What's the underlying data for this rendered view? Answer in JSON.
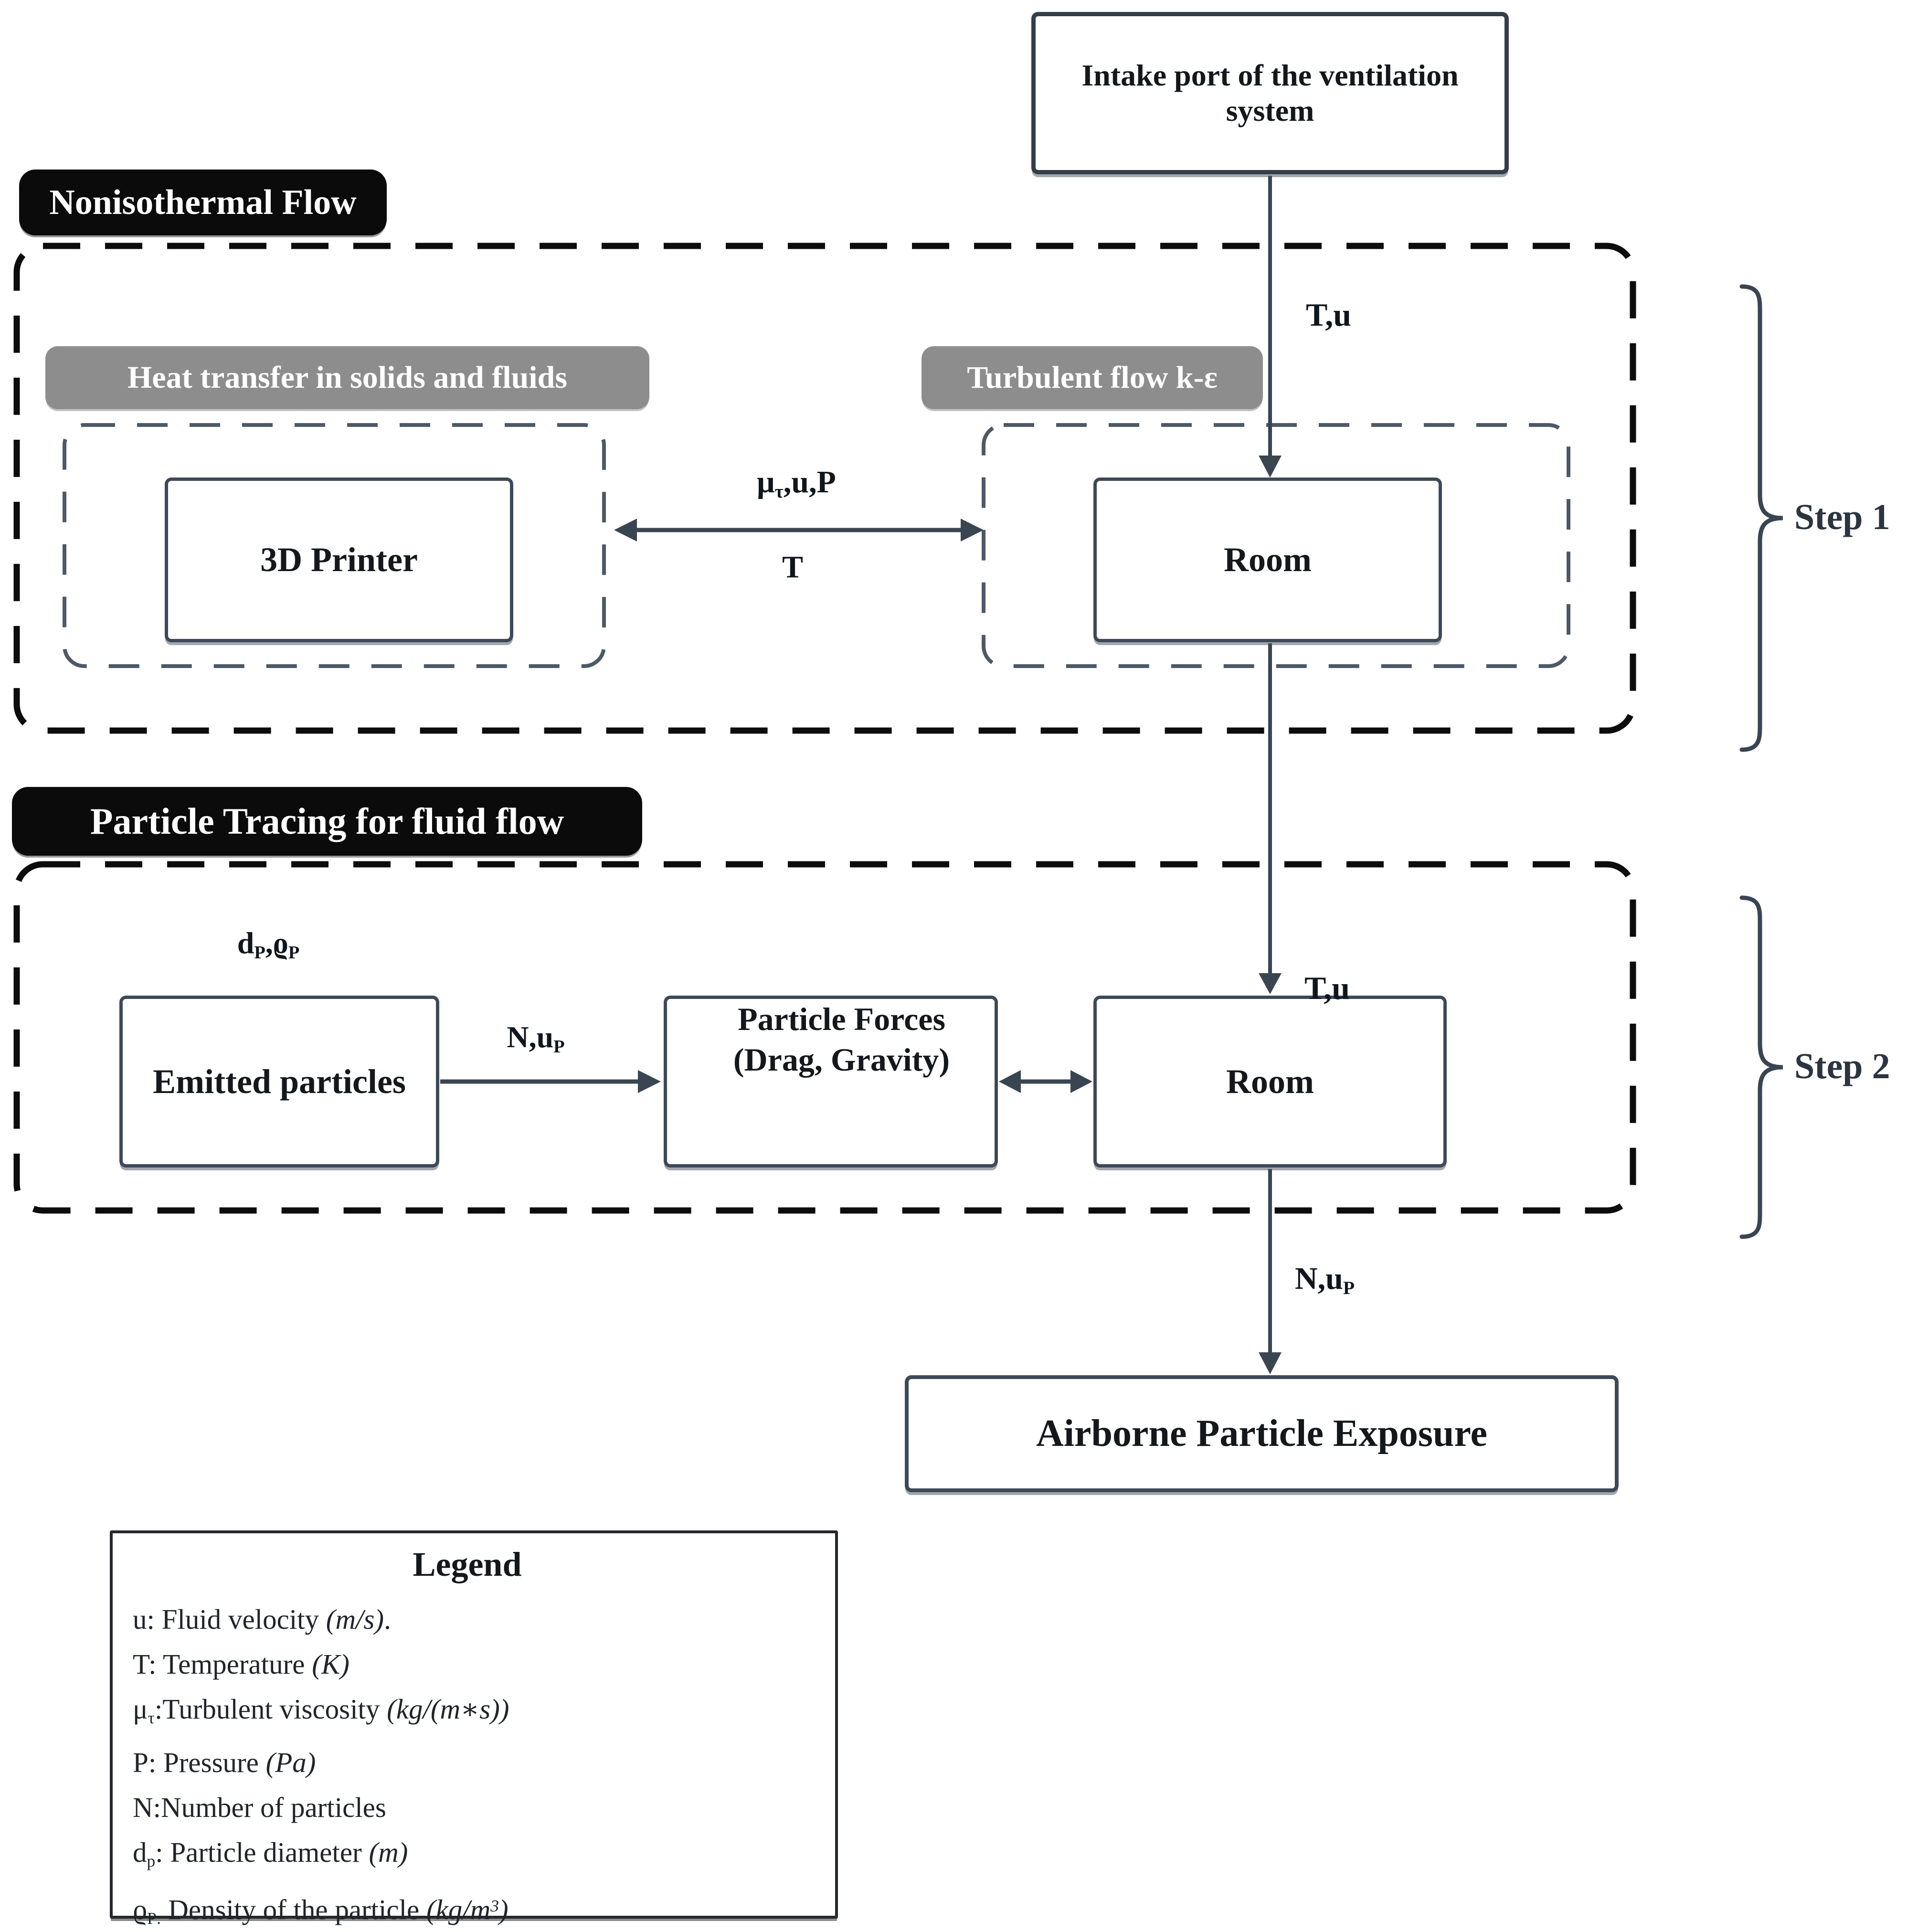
{
  "sections": {
    "nonisothermal": "Nonisothermal Flow",
    "particle_tracing": "Particle Tracing for fluid flow",
    "heat_transfer": "Heat transfer in solids and fluids",
    "turbulent": "Turbulent flow k-ε"
  },
  "nodes": {
    "intake": "Intake port of the ventilation system",
    "printer": "3D Printer",
    "room1": "Room",
    "emitted": "Emitted particles",
    "forces_line1": "Particle Forces",
    "forces_line2": "(Drag, Gravity)",
    "room2": "Room",
    "airborne": "Airborne Particle Exposure"
  },
  "edge_labels": {
    "tu_top": "T,u",
    "tu_mid": "T,u",
    "mu": {
      "pre": "μ",
      "sub": "τ",
      "post": ",u,P"
    },
    "t": "T",
    "dp": {
      "d": "d",
      "dsub": "P",
      "rho": ",ϱ",
      "rhosub": "P"
    },
    "nup1": {
      "pre": "N,u",
      "sub": "P"
    },
    "nup2": {
      "pre": "N,u",
      "sub": "P"
    }
  },
  "steps": {
    "step1": "Step 1",
    "step2": "Step 2"
  },
  "legend": {
    "title": "Legend",
    "entries": [
      {
        "main": "u: Fluid velocity ",
        "unit": "(m/s)",
        "post": "."
      },
      {
        "main": "T: Temperature  ",
        "unit": "(K)"
      },
      {
        "pre": "μ",
        "sub": "τ",
        "main": ":Turbulent viscosity  ",
        "unit": "(kg/(m∗s))"
      },
      {
        "main": "P: Pressure ",
        "unit": "(Pa)"
      },
      {
        "main": "N:Number of particles"
      },
      {
        "pre": "d",
        "sub": "p",
        "main": ": Particle diameter  ",
        "unit": "(m)"
      },
      {
        "pre": "ϱ",
        "sub": "P:",
        "main": " Density of the particle ",
        "unit": "(kg/m",
        "sup": "3",
        "unit2": ")"
      }
    ]
  },
  "colors": {
    "border": "#3d4956",
    "arrow": "#3a4552",
    "dashOuter": "#0c0c0c",
    "dashInner": "#4d5966",
    "pillBlack": "#0b0b0b",
    "pillGray": "#8d8d8d"
  }
}
